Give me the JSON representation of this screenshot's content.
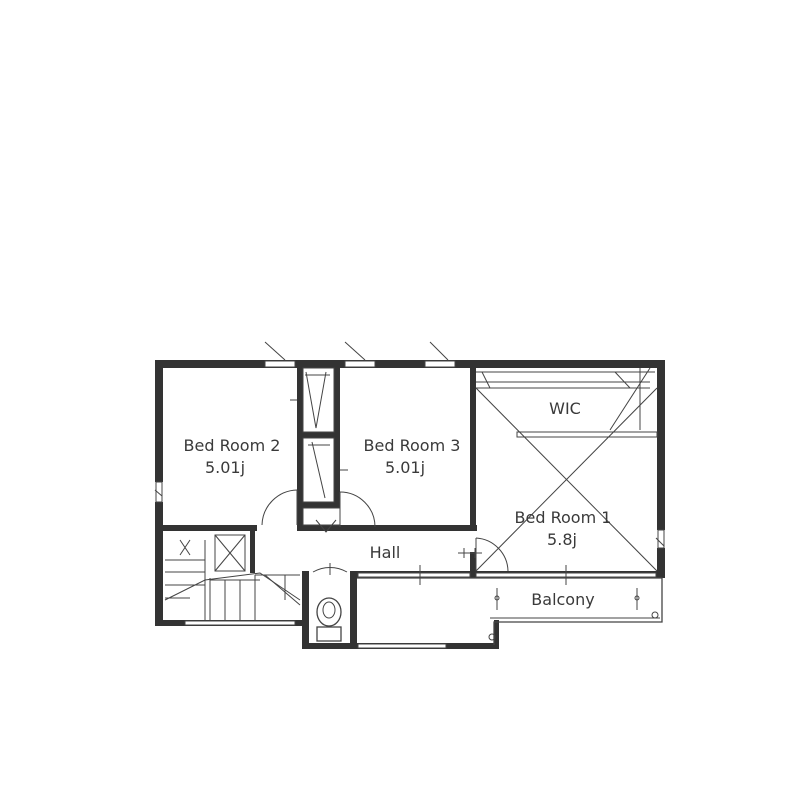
{
  "rooms": {
    "bed_room_2": {
      "name": "Bed Room 2",
      "area": "5.01j"
    },
    "bed_room_3": {
      "name": "Bed Room 3",
      "area": "5.01j"
    },
    "bed_room_1": {
      "name": "Bed Room 1",
      "area": "5.8j"
    },
    "wic": {
      "name": "WIC"
    },
    "hall": {
      "name": "Hall"
    },
    "balcony": {
      "name": "Balcony"
    }
  },
  "colors": {
    "wall": "#333333",
    "line": "#444444",
    "background": "#ffffff",
    "text": "#3a3a3a"
  }
}
